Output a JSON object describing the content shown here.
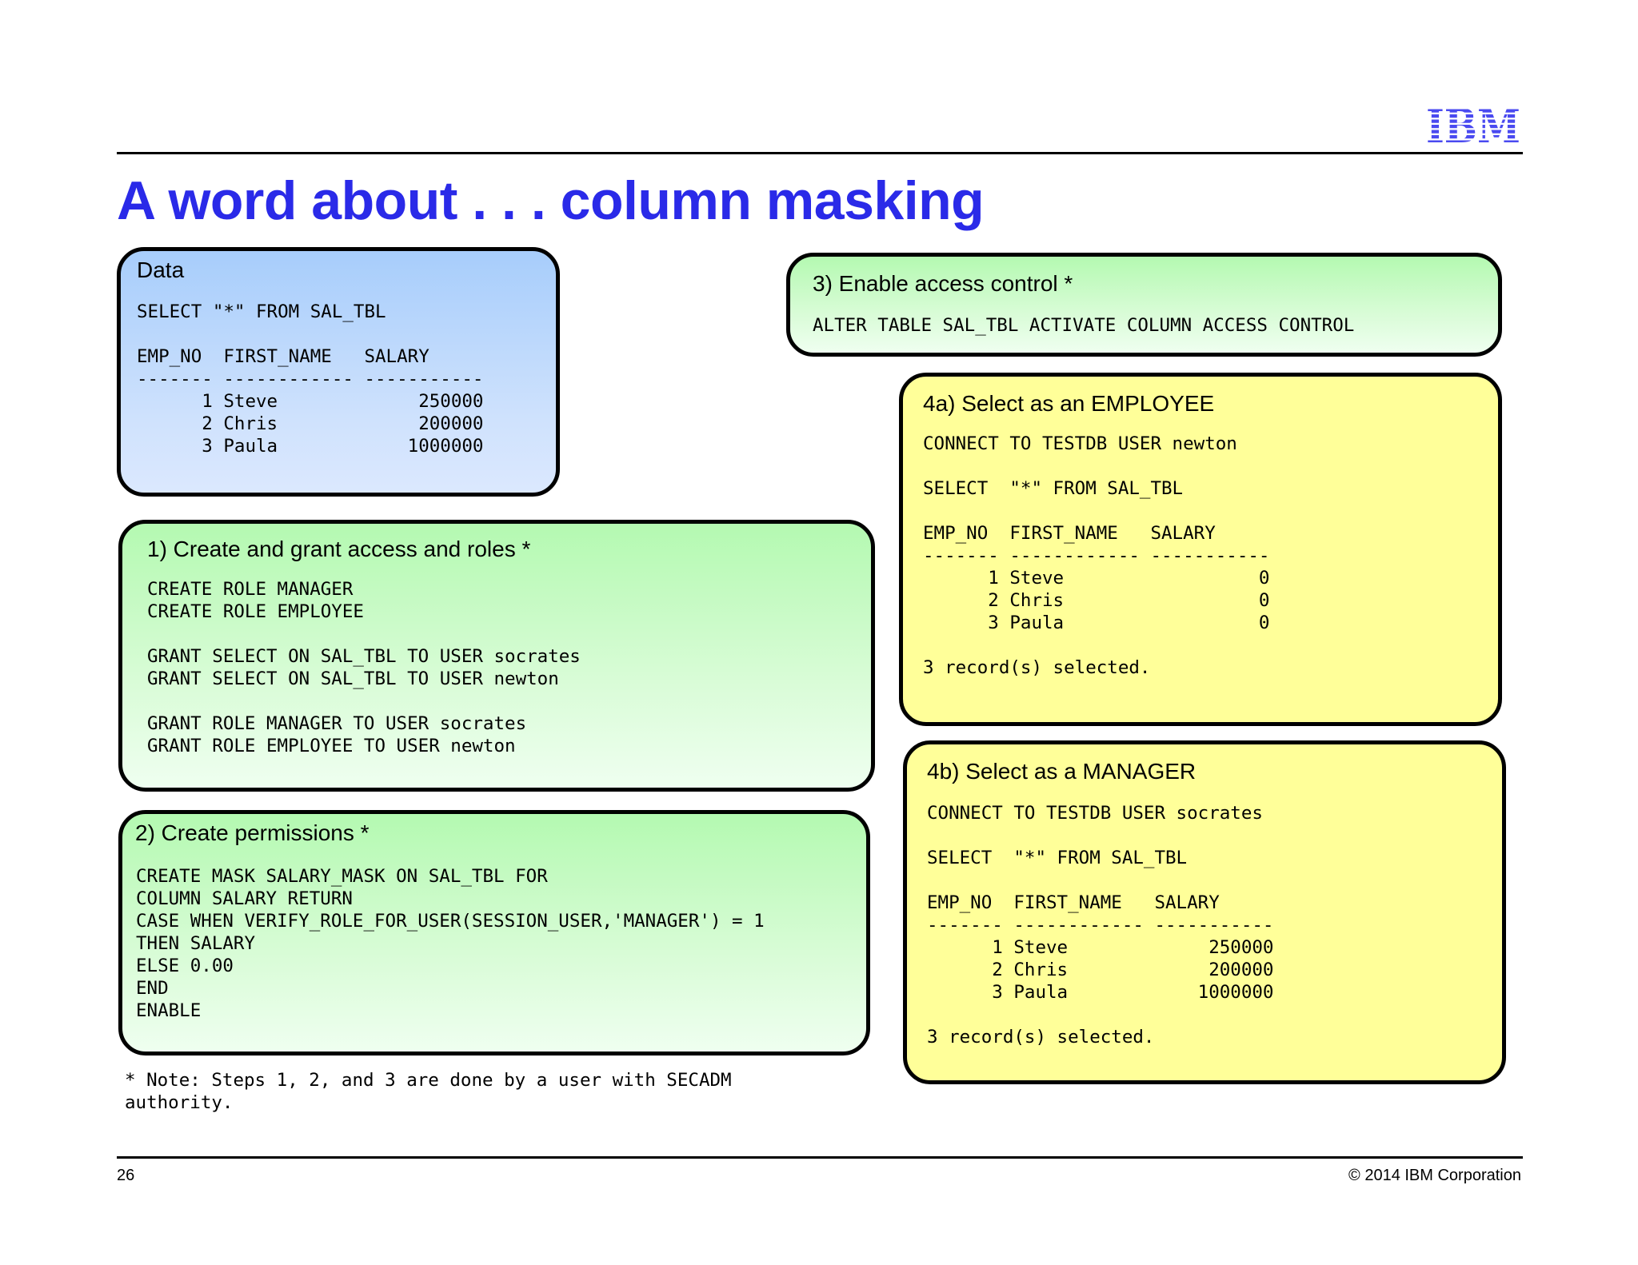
{
  "header": {
    "logo_text": "IBM",
    "title": "A word about . . . column masking"
  },
  "boxes": {
    "data": {
      "title": "Data",
      "code": "SELECT \"*\" FROM SAL_TBL\n\nEMP_NO  FIRST_NAME   SALARY\n------- ------------ -----------\n      1 Steve             250000\n      2 Chris             200000\n      3 Paula            1000000"
    },
    "step1": {
      "title": "1)  Create and grant access and roles *",
      "code": "CREATE ROLE MANAGER\nCREATE ROLE EMPLOYEE\n\nGRANT SELECT ON SAL_TBL TO USER socrates\nGRANT SELECT ON SAL_TBL TO USER newton\n\nGRANT ROLE MANAGER TO USER socrates\nGRANT ROLE EMPLOYEE TO USER newton"
    },
    "step2": {
      "title": "2) Create permissions *",
      "code": "CREATE MASK SALARY_MASK ON SAL_TBL FOR\nCOLUMN SALARY RETURN\nCASE WHEN VERIFY_ROLE_FOR_USER(SESSION_USER,'MANAGER') = 1\nTHEN SALARY\nELSE 0.00\nEND\nENABLE"
    },
    "step3": {
      "title": "3) Enable access control *",
      "code": "ALTER TABLE SAL_TBL ACTIVATE COLUMN ACCESS CONTROL"
    },
    "step4a": {
      "title": "4a) Select as an EMPLOYEE",
      "code": "CONNECT TO TESTDB USER newton\n\nSELECT  \"*\" FROM SAL_TBL\n\nEMP_NO  FIRST_NAME   SALARY\n------- ------------ -----------\n      1 Steve                  0\n      2 Chris                  0\n      3 Paula                  0\n\n3 record(s) selected."
    },
    "step4b": {
      "title": "4b) Select as a MANAGER",
      "code": "CONNECT TO TESTDB USER socrates\n\nSELECT  \"*\" FROM SAL_TBL\n\nEMP_NO  FIRST_NAME   SALARY\n------- ------------ -----------\n      1 Steve             250000\n      2 Chris             200000\n      3 Paula            1000000\n\n3 record(s) selected."
    }
  },
  "note": "* Note: Steps 1, 2, and 3 are done by a user with SECADM\nauthority.",
  "footer": {
    "page_number": "26",
    "copyright": "© 2014 IBM Corporation"
  },
  "colors": {
    "title": "#2a2ae8",
    "logo": "#4a4af0",
    "blue_box": "#a7cdfb",
    "green_box": "#b4f9b1",
    "yellow_box": "#ffff99"
  }
}
